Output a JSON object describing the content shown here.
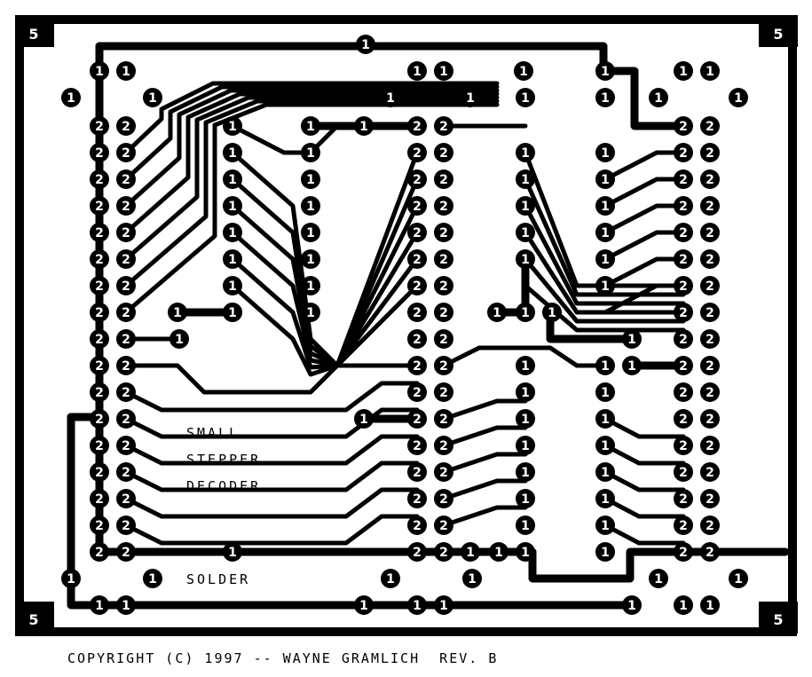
{
  "colors": {
    "copper": "#000000",
    "background": "#ffffff"
  },
  "board": {
    "corner_label": "5",
    "title_lines": [
      "SMALL",
      "STEPPER",
      "DECODER"
    ],
    "side_label": "SOLDER",
    "copyright": "COPYRIGHT (C) 1997 -- WAYNE GRAMLICH  REV. B"
  },
  "layer_numbers": {
    "one": "1",
    "two": "2"
  }
}
